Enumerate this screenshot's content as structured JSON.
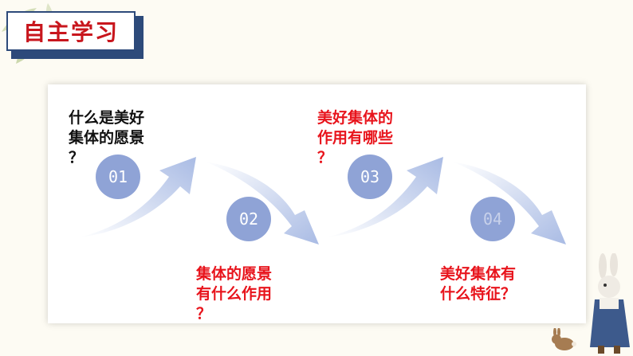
{
  "title": "自主学习",
  "colors": {
    "title_red": "#c8161d",
    "title_border": "#2d4a7a",
    "circle_fill": "#8fa3d6",
    "arrow_fill": "#a9bbe4",
    "question_black": "#111111",
    "question_red": "#e8141c"
  },
  "steps": [
    {
      "num": "01",
      "question": "什么是美好\n集体的愿景\n？"
    },
    {
      "num": "02",
      "question": "集体的愿景\n有什么作用\n？"
    },
    {
      "num": "03",
      "question": "美好集体的\n作用有哪些\n？"
    },
    {
      "num": "04",
      "question": "美好集体有\n什么特征？"
    }
  ]
}
